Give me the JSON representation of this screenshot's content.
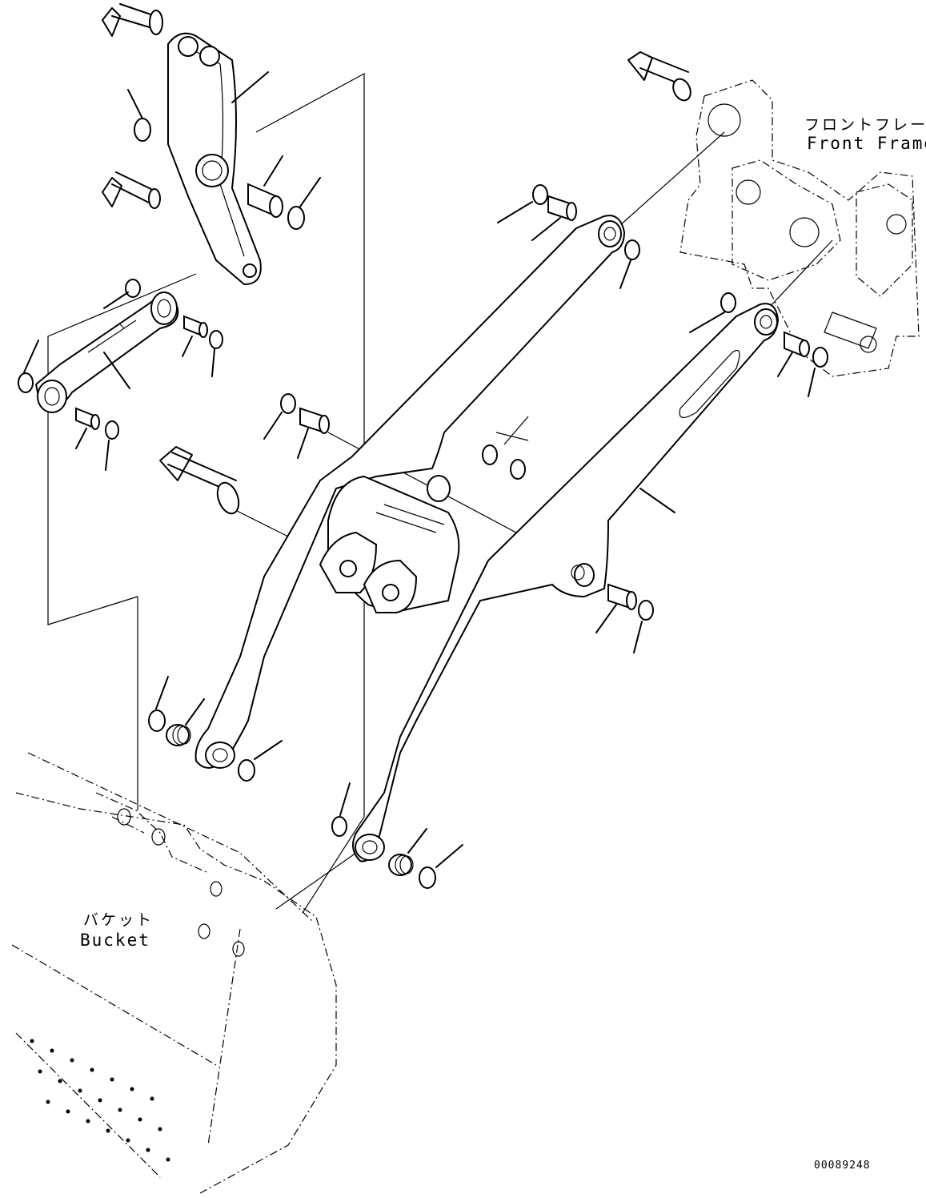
{
  "labels": {
    "front_frame_jp": "フロントフレーム",
    "front_frame_en": "Front Frame",
    "bucket_jp": "バケット",
    "bucket_en": "Bucket",
    "drawing_number": "00089248"
  },
  "colors": {
    "ink": "#000000",
    "paper": "#ffffff"
  }
}
